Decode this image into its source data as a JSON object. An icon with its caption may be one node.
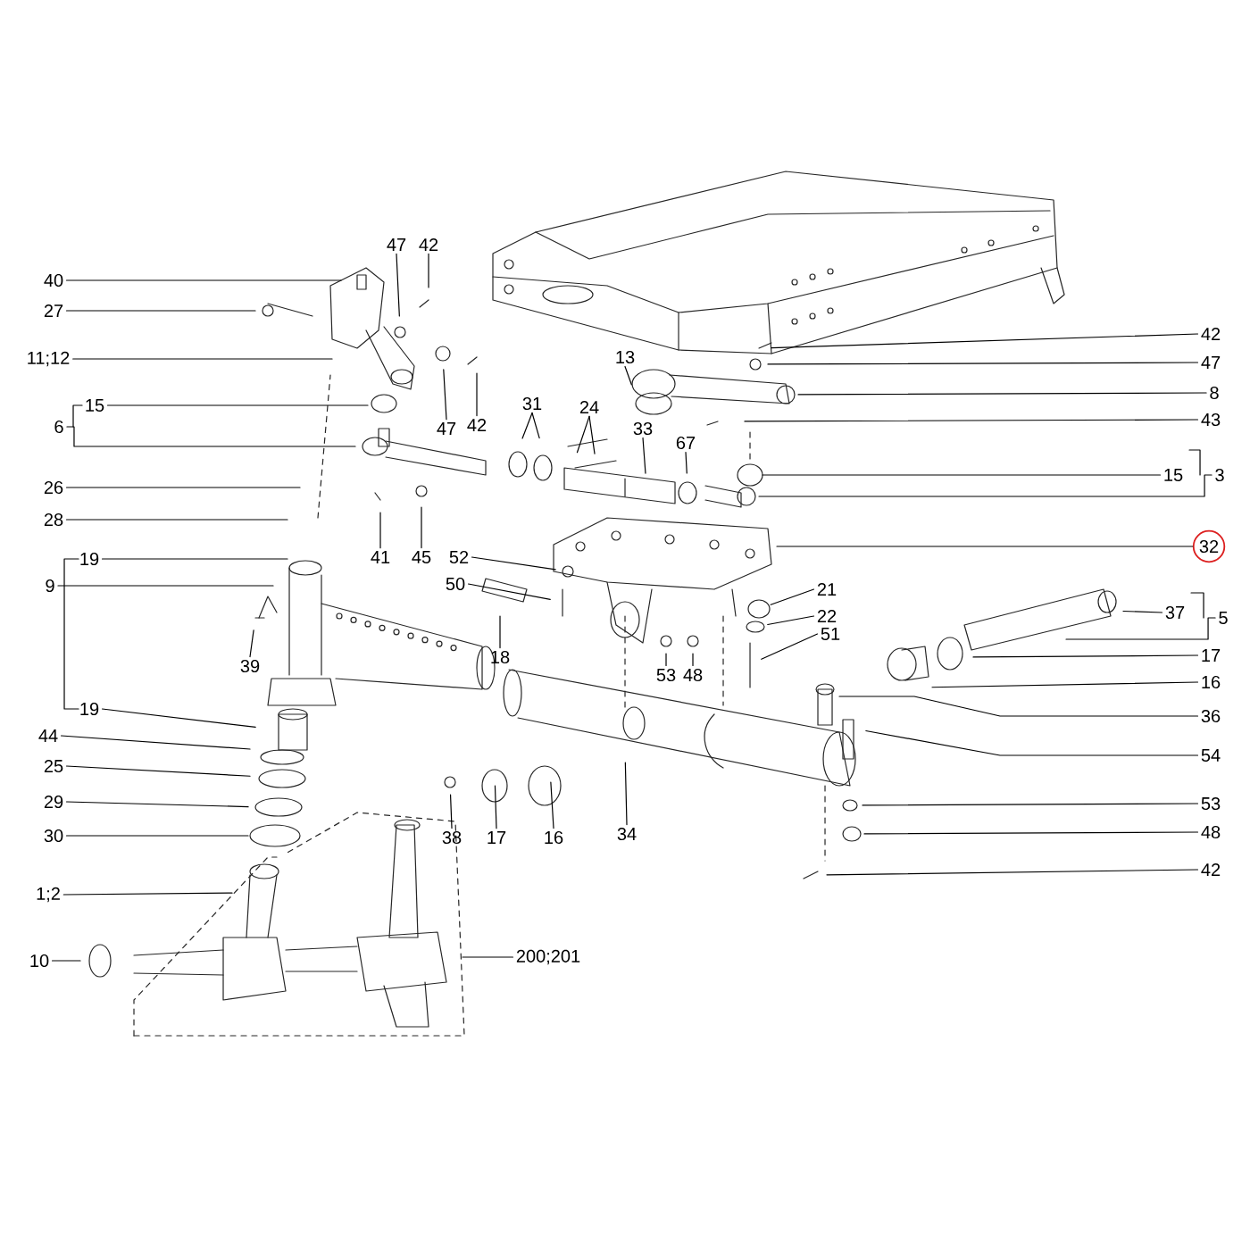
{
  "diagram": {
    "nodes": [
      {
        "text": [
          "40"
        ]
      },
      {
        "text": [
          "27"
        ]
      },
      {
        "text": [
          "11;12"
        ]
      },
      {
        "text": [
          "6"
        ]
      },
      {
        "text": [
          "15"
        ]
      },
      {
        "text": [
          "26"
        ]
      },
      {
        "text": [
          "28"
        ]
      },
      {
        "text": [
          "9"
        ]
      },
      {
        "text": [
          "19"
        ]
      },
      {
        "text": [
          "39"
        ]
      },
      {
        "text": [
          "19"
        ]
      },
      {
        "text": [
          "44"
        ]
      },
      {
        "text": [
          "25"
        ]
      },
      {
        "text": [
          "29"
        ]
      },
      {
        "text": [
          "30"
        ]
      },
      {
        "text": [
          "1;2"
        ]
      },
      {
        "text": [
          "10"
        ]
      },
      {
        "text": [
          "47"
        ]
      },
      {
        "text": [
          "42"
        ]
      },
      {
        "text": [
          "47"
        ]
      },
      {
        "text": [
          "42"
        ]
      },
      {
        "text": [
          "31"
        ]
      },
      {
        "text": [
          "24"
        ]
      },
      {
        "text": [
          "33"
        ]
      },
      {
        "text": [
          "67"
        ]
      },
      {
        "text": [
          "13"
        ]
      },
      {
        "text": [
          "41"
        ]
      },
      {
        "text": [
          "45"
        ]
      },
      {
        "text": [
          "52"
        ]
      },
      {
        "text": [
          "50"
        ]
      },
      {
        "text": [
          "18"
        ]
      },
      {
        "text": [
          "42"
        ]
      },
      {
        "text": [
          "47"
        ]
      },
      {
        "text": [
          "8"
        ]
      },
      {
        "text": [
          "43"
        ]
      },
      {
        "text": [
          "3"
        ]
      },
      {
        "text": [
          "15"
        ]
      },
      {
        "text": [
          "32"
        ]
      },
      {
        "text": [
          "21"
        ]
      },
      {
        "text": [
          "22"
        ]
      },
      {
        "text": [
          "51"
        ]
      },
      {
        "text": [
          "53"
        ]
      },
      {
        "text": [
          "48"
        ]
      },
      {
        "text": [
          "5"
        ]
      },
      {
        "text": [
          "37"
        ]
      },
      {
        "text": [
          "17"
        ]
      },
      {
        "text": [
          "16"
        ]
      },
      {
        "text": [
          "36"
        ]
      },
      {
        "text": [
          "54"
        ]
      },
      {
        "text": [
          "53"
        ]
      },
      {
        "text": [
          "48"
        ]
      },
      {
        "text": [
          "42"
        ]
      },
      {
        "text": [
          "38"
        ]
      },
      {
        "text": [
          "17"
        ]
      },
      {
        "text": [
          "16"
        ]
      },
      {
        "text": [
          "34"
        ]
      },
      {
        "text": [
          "200;201"
        ]
      }
    ],
    "edges": [
      {
        "from": 0,
        "to": null,
        "arrow": "none"
      },
      {
        "from": 1,
        "to": null,
        "arrow": "none"
      },
      {
        "from": 2,
        "to": null,
        "arrow": "none"
      },
      {
        "from": 3,
        "to": null,
        "arrow": "none"
      },
      {
        "from": 4,
        "to": null,
        "arrow": "none"
      },
      {
        "from": 5,
        "to": null,
        "arrow": "none"
      },
      {
        "from": 6,
        "to": null,
        "arrow": "none"
      },
      {
        "from": 7,
        "to": null,
        "arrow": "none"
      },
      {
        "from": 8,
        "to": null,
        "arrow": "none"
      },
      {
        "from": 9,
        "to": null,
        "arrow": "none"
      },
      {
        "from": 10,
        "to": null,
        "arrow": "none"
      },
      {
        "from": 11,
        "to": null,
        "arrow": "none"
      },
      {
        "from": 12,
        "to": null,
        "arrow": "none"
      },
      {
        "from": 13,
        "to": null,
        "arrow": "none"
      },
      {
        "from": 14,
        "to": null,
        "arrow": "none"
      },
      {
        "from": 15,
        "to": null,
        "arrow": "none"
      },
      {
        "from": 16,
        "to": null,
        "arrow": "none"
      },
      {
        "from": 17,
        "to": null,
        "arrow": "none"
      },
      {
        "from": 18,
        "to": null,
        "arrow": "none"
      },
      {
        "from": 19,
        "to": null,
        "arrow": "none"
      },
      {
        "from": 20,
        "to": null,
        "arrow": "none"
      },
      {
        "from": 21,
        "to": null,
        "arrow": "none"
      },
      {
        "from": 21,
        "to": null,
        "arrow": "none"
      },
      {
        "from": 22,
        "to": null,
        "arrow": "none"
      },
      {
        "from": 22,
        "to": null,
        "arrow": "none"
      },
      {
        "from": 23,
        "to": null,
        "arrow": "none"
      },
      {
        "from": 24,
        "to": null,
        "arrow": "none"
      },
      {
        "from": 25,
        "to": null,
        "arrow": "none"
      },
      {
        "from": 26,
        "to": null,
        "arrow": "none"
      },
      {
        "from": 27,
        "to": null,
        "arrow": "none"
      },
      {
        "from": 28,
        "to": null,
        "arrow": "none"
      },
      {
        "from": 29,
        "to": null,
        "arrow": "none"
      },
      {
        "from": 30,
        "to": null,
        "arrow": "none"
      },
      {
        "from": 31,
        "to": null,
        "arrow": "none"
      },
      {
        "from": 32,
        "to": null,
        "arrow": "none"
      },
      {
        "from": 33,
        "to": null,
        "arrow": "none"
      },
      {
        "from": 34,
        "to": null,
        "arrow": "none"
      },
      {
        "from": 35,
        "to": null,
        "arrow": "none"
      },
      {
        "from": 36,
        "to": null,
        "arrow": "none"
      },
      {
        "from": 37,
        "to": null,
        "arrow": "none"
      },
      {
        "from": 38,
        "to": null,
        "arrow": "none"
      },
      {
        "from": 39,
        "to": null,
        "arrow": "none"
      },
      {
        "from": 40,
        "to": null,
        "arrow": "none"
      },
      {
        "from": 41,
        "to": null,
        "arrow": "none"
      },
      {
        "from": 42,
        "to": null,
        "arrow": "none"
      },
      {
        "from": 43,
        "to": null,
        "arrow": "none"
      },
      {
        "from": 44,
        "to": null,
        "arrow": "none"
      },
      {
        "from": 45,
        "to": null,
        "arrow": "none"
      },
      {
        "from": 46,
        "to": null,
        "arrow": "none"
      },
      {
        "from": 47,
        "to": null,
        "arrow": "none"
      },
      {
        "from": 48,
        "to": null,
        "arrow": "none"
      },
      {
        "from": 49,
        "to": null,
        "arrow": "none"
      },
      {
        "from": 50,
        "to": null,
        "arrow": "none"
      },
      {
        "from": 51,
        "to": null,
        "arrow": "none"
      },
      {
        "from": 52,
        "to": null,
        "arrow": "none"
      },
      {
        "from": 53,
        "to": null,
        "arrow": "none"
      },
      {
        "from": 54,
        "to": null,
        "arrow": "none"
      },
      {
        "from": 55,
        "to": null,
        "arrow": "none"
      },
      {
        "from": 56,
        "to": null,
        "arrow": "none"
      }
    ]
  }
}
